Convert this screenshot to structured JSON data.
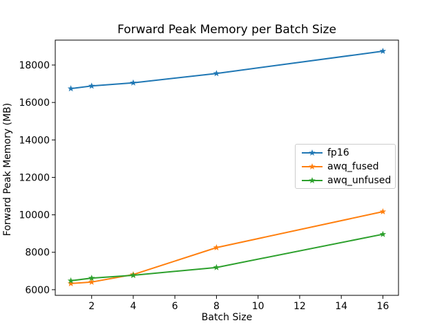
{
  "figure": {
    "background": "#ffffff"
  },
  "chart_data": {
    "type": "line",
    "title": "Forward Peak Memory per Batch Size",
    "xlabel": "Batch Size",
    "ylabel": "Forward Peak Memory (MB)",
    "x": [
      1,
      2,
      4,
      8,
      16
    ],
    "series": [
      {
        "name": "fp16",
        "color": "#1f77b4",
        "values": [
          16740,
          16880,
          17050,
          17550,
          18740
        ]
      },
      {
        "name": "awq_fused",
        "color": "#ff7f0e",
        "values": [
          6330,
          6410,
          6810,
          8250,
          10170
        ]
      },
      {
        "name": "awq_unfused",
        "color": "#2ca02c",
        "values": [
          6480,
          6620,
          6770,
          7190,
          8960
        ]
      }
    ],
    "xticks": [
      2,
      4,
      6,
      8,
      10,
      12,
      14,
      16
    ],
    "yticks": [
      6000,
      8000,
      10000,
      12000,
      14000,
      16000,
      18000
    ],
    "xlim": [
      0.25,
      16.75
    ],
    "ylim": [
      5700,
      19330
    ],
    "grid": false,
    "marker": "star",
    "legend_position": "center right",
    "axis_color": "#000000",
    "text_color": "#000000"
  }
}
